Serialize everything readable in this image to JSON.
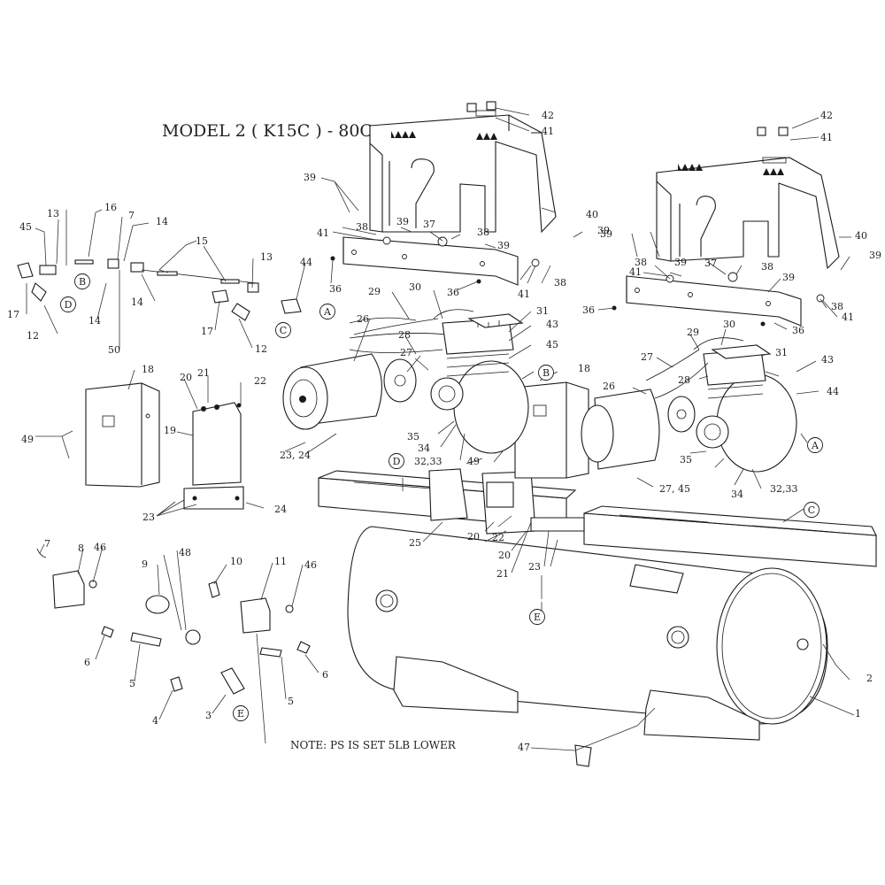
{
  "diagram": {
    "title": "MODEL 2 ( K15C ) - 80C",
    "note": "NOTE: PS IS SET 5LB LOWER",
    "parts_labels": [
      "1",
      "2",
      "3",
      "4",
      "5",
      "6",
      "7",
      "8",
      "9",
      "10",
      "11",
      "12",
      "13",
      "14",
      "15",
      "16",
      "17",
      "18",
      "19",
      "20",
      "21",
      "22",
      "23",
      "24",
      "25",
      "26",
      "27",
      "28",
      "29",
      "30",
      "31",
      "32,33",
      "34",
      "35",
      "36",
      "37",
      "38",
      "39",
      "40",
      "41",
      "42",
      "43",
      "44",
      "45",
      "46",
      "47",
      "48",
      "49",
      "50",
      "23, 24",
      "27, 45"
    ],
    "callout_letters": [
      "A",
      "B",
      "C",
      "D",
      "E"
    ],
    "colors": {
      "line": "#1a1a1a",
      "background": "#ffffff"
    }
  }
}
